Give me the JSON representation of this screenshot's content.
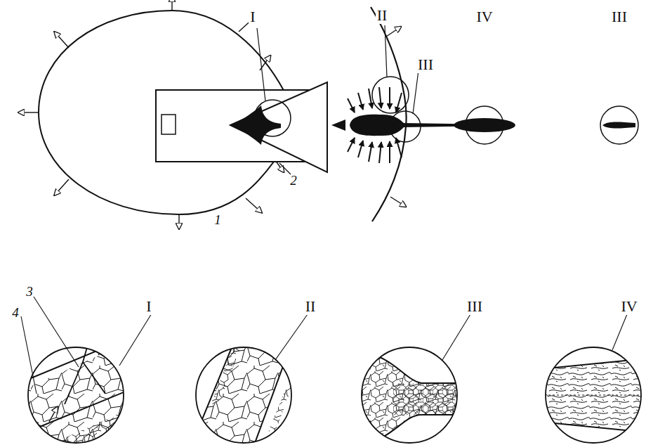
{
  "diagram": {
    "labels": [
      "I",
      "II",
      "IV",
      "III",
      "III",
      "2",
      "1",
      "3",
      "4",
      "I",
      "II",
      "III",
      "IV"
    ]
  }
}
